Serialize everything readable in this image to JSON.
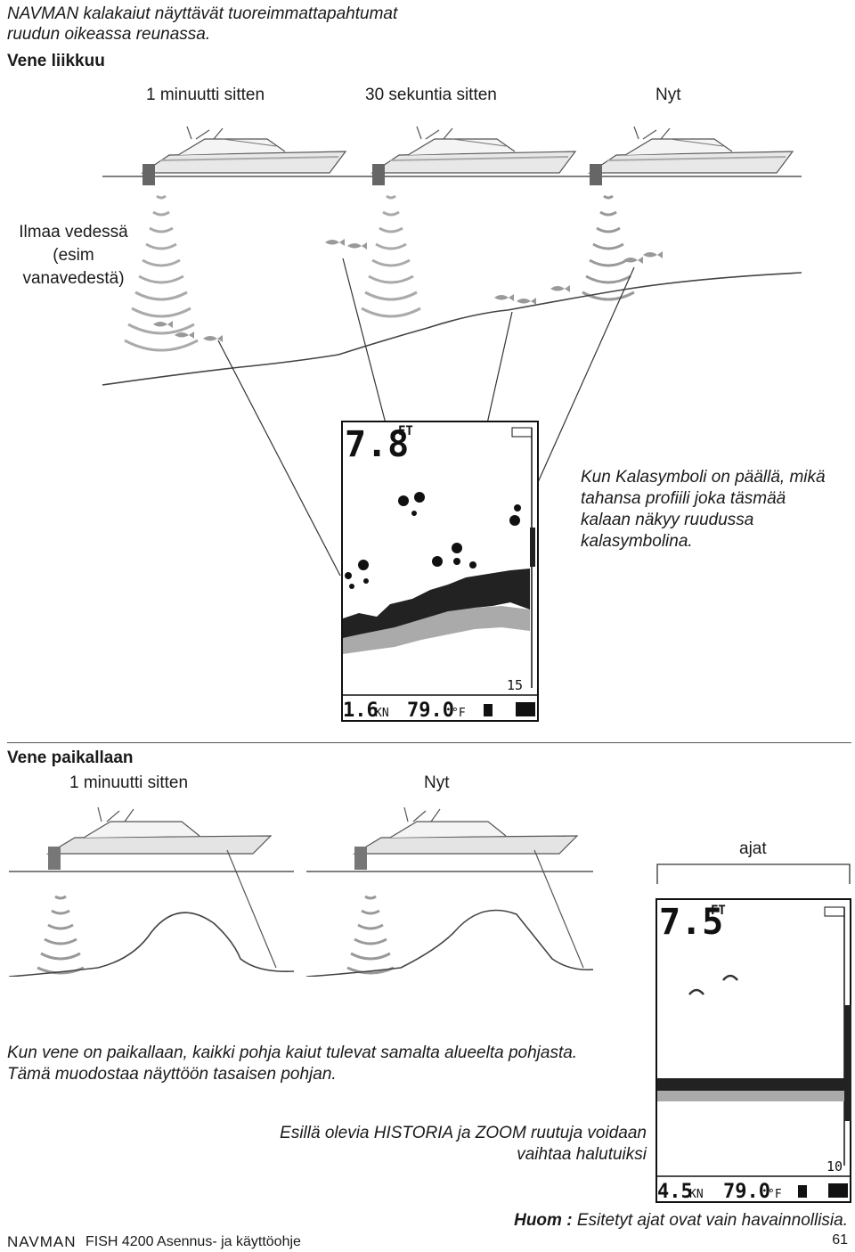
{
  "intro": {
    "line1": "NAVMAN kalakaiut näyttävät tuoreimmattapahtumat",
    "line2": "ruudun oikeassa reunassa."
  },
  "moving": {
    "heading": "Vene liikkuu",
    "time_labels": [
      "1 minuutti sitten",
      "30 sekuntia sitten",
      "Nyt"
    ],
    "air_label": [
      "Ilmaa vedessä",
      "(esim",
      "vanavedestä)"
    ],
    "caption": [
      "Kun Kalasymboli on päällä, mikä",
      "tahansa profiili joka täsmää",
      "kalaan näkyy ruudussa",
      "kalasymbolina."
    ],
    "display": {
      "depth": "7.8",
      "depth_unit": "FT",
      "range": "15",
      "speed": "1.6",
      "speed_unit": "KN",
      "temp": "79.0",
      "temp_unit": "°F"
    }
  },
  "stationary": {
    "heading": "Vene paikallaan",
    "time_labels": [
      "1 minuutti sitten",
      "Nyt"
    ],
    "ajat_label": "ajat",
    "caption": [
      "Kun vene on paikallaan, kaikki pohja kaiut tulevat samalta alueelta pohjasta.",
      "Tämä muodostaa näyttöön tasaisen pohjan."
    ],
    "history_caption": [
      "Esillä olevia HISTORIA ja ZOOM ruutuja voidaan",
      "vaihtaa halutuiksi"
    ],
    "display": {
      "depth": "7.5",
      "depth_unit": "FT",
      "range": "10",
      "speed": "4.5",
      "speed_unit": "KN",
      "temp": "79.0",
      "temp_unit": "°F"
    }
  },
  "note": {
    "label": "Huom :",
    "text": " Esitetyt ajat ovat vain havainnollisia."
  },
  "footer": {
    "brand": "NAVMAN",
    "title": "FISH 4200 Asennus- ja käyttöohje",
    "page": "61"
  }
}
